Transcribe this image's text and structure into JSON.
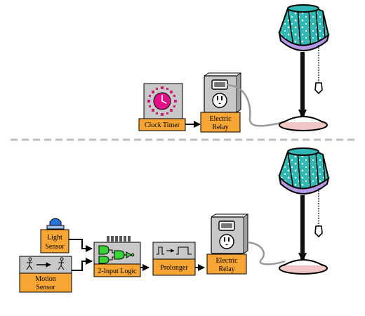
{
  "top": {
    "timer": {
      "label": "Clock Timer",
      "icon": "clock-icon"
    },
    "relay": {
      "label_line1": "Electric",
      "label_line2": "Relay",
      "icon": "outlet-icon"
    },
    "lamp": {
      "icon": "lamp-icon"
    }
  },
  "bottom": {
    "light_sensor": {
      "label_line1": "Light",
      "label_line2": "Sensor",
      "icon": "light-bulb-icon"
    },
    "motion_sensor": {
      "label_line1": "Motion",
      "label_line2": "Sensor",
      "icon": "walking-person-icon"
    },
    "logic": {
      "label": "2-Input Logic",
      "icon": "logic-gate-icon"
    },
    "prolonger": {
      "label": "Prolonger",
      "icon": "pulse-icon"
    },
    "relay": {
      "label_line1": "Electric",
      "label_line2": "Relay",
      "icon": "outlet-icon"
    },
    "lamp": {
      "icon": "lamp-icon"
    }
  },
  "colors": {
    "label_box": "#f7a535",
    "device_gray": "#c8c8c8",
    "clock_face": "#e4108a",
    "clock_dots": "#c81e78",
    "lamp_shade": "#2fb8b4",
    "lamp_rim": "#b69ae6",
    "lamp_base": "#f3c6c6",
    "gate_green": "#37d337",
    "sensor_blue": "#2a74d8",
    "separator": "#bdbdbd"
  }
}
